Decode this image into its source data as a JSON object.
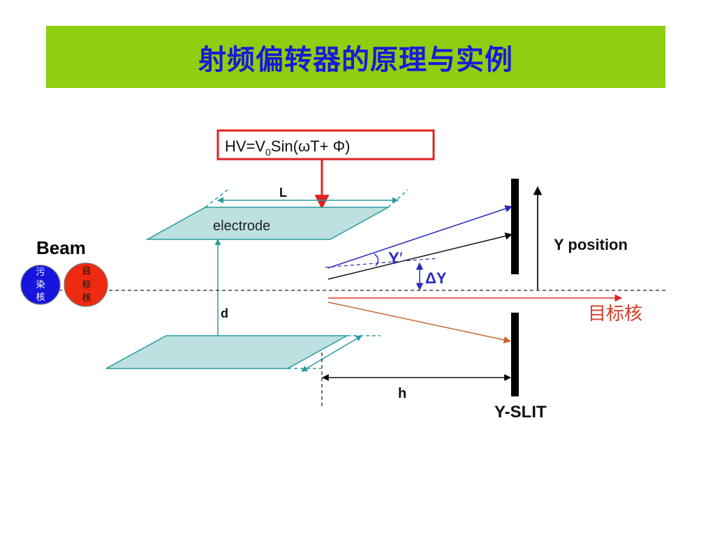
{
  "slide": {
    "title": "射频偏转器的原理与实例"
  },
  "formula": {
    "hv": "HV=V",
    "sub0": "0",
    "rest": "Sin(ωT+ Φ)"
  },
  "labels": {
    "length": "L",
    "electrode": "electrode",
    "beam": "Beam",
    "contaminant": [
      "污",
      "染",
      "核"
    ],
    "target_ball": [
      "目",
      "标",
      "核"
    ],
    "gap": "d",
    "y_prime": "Y",
    "y_prime_mark": "′",
    "delta_y": "ΔY",
    "y_position": "Y position",
    "target_nucleus": "目标核",
    "drift": "h",
    "slit": "Y-SLIT"
  },
  "colors": {
    "title_bg": "#8fce10",
    "title_text": "#1a1ad6",
    "plate_fill": "#bde0e0",
    "teal": "#2a9a9a",
    "red_box": "#e02020",
    "blue_ray": "#2b2bbb",
    "red_ray": "#d93a2a",
    "orange_ray": "#c8662f",
    "contaminant_ball": "#1515dd",
    "target_ball": "#ee2a10"
  }
}
